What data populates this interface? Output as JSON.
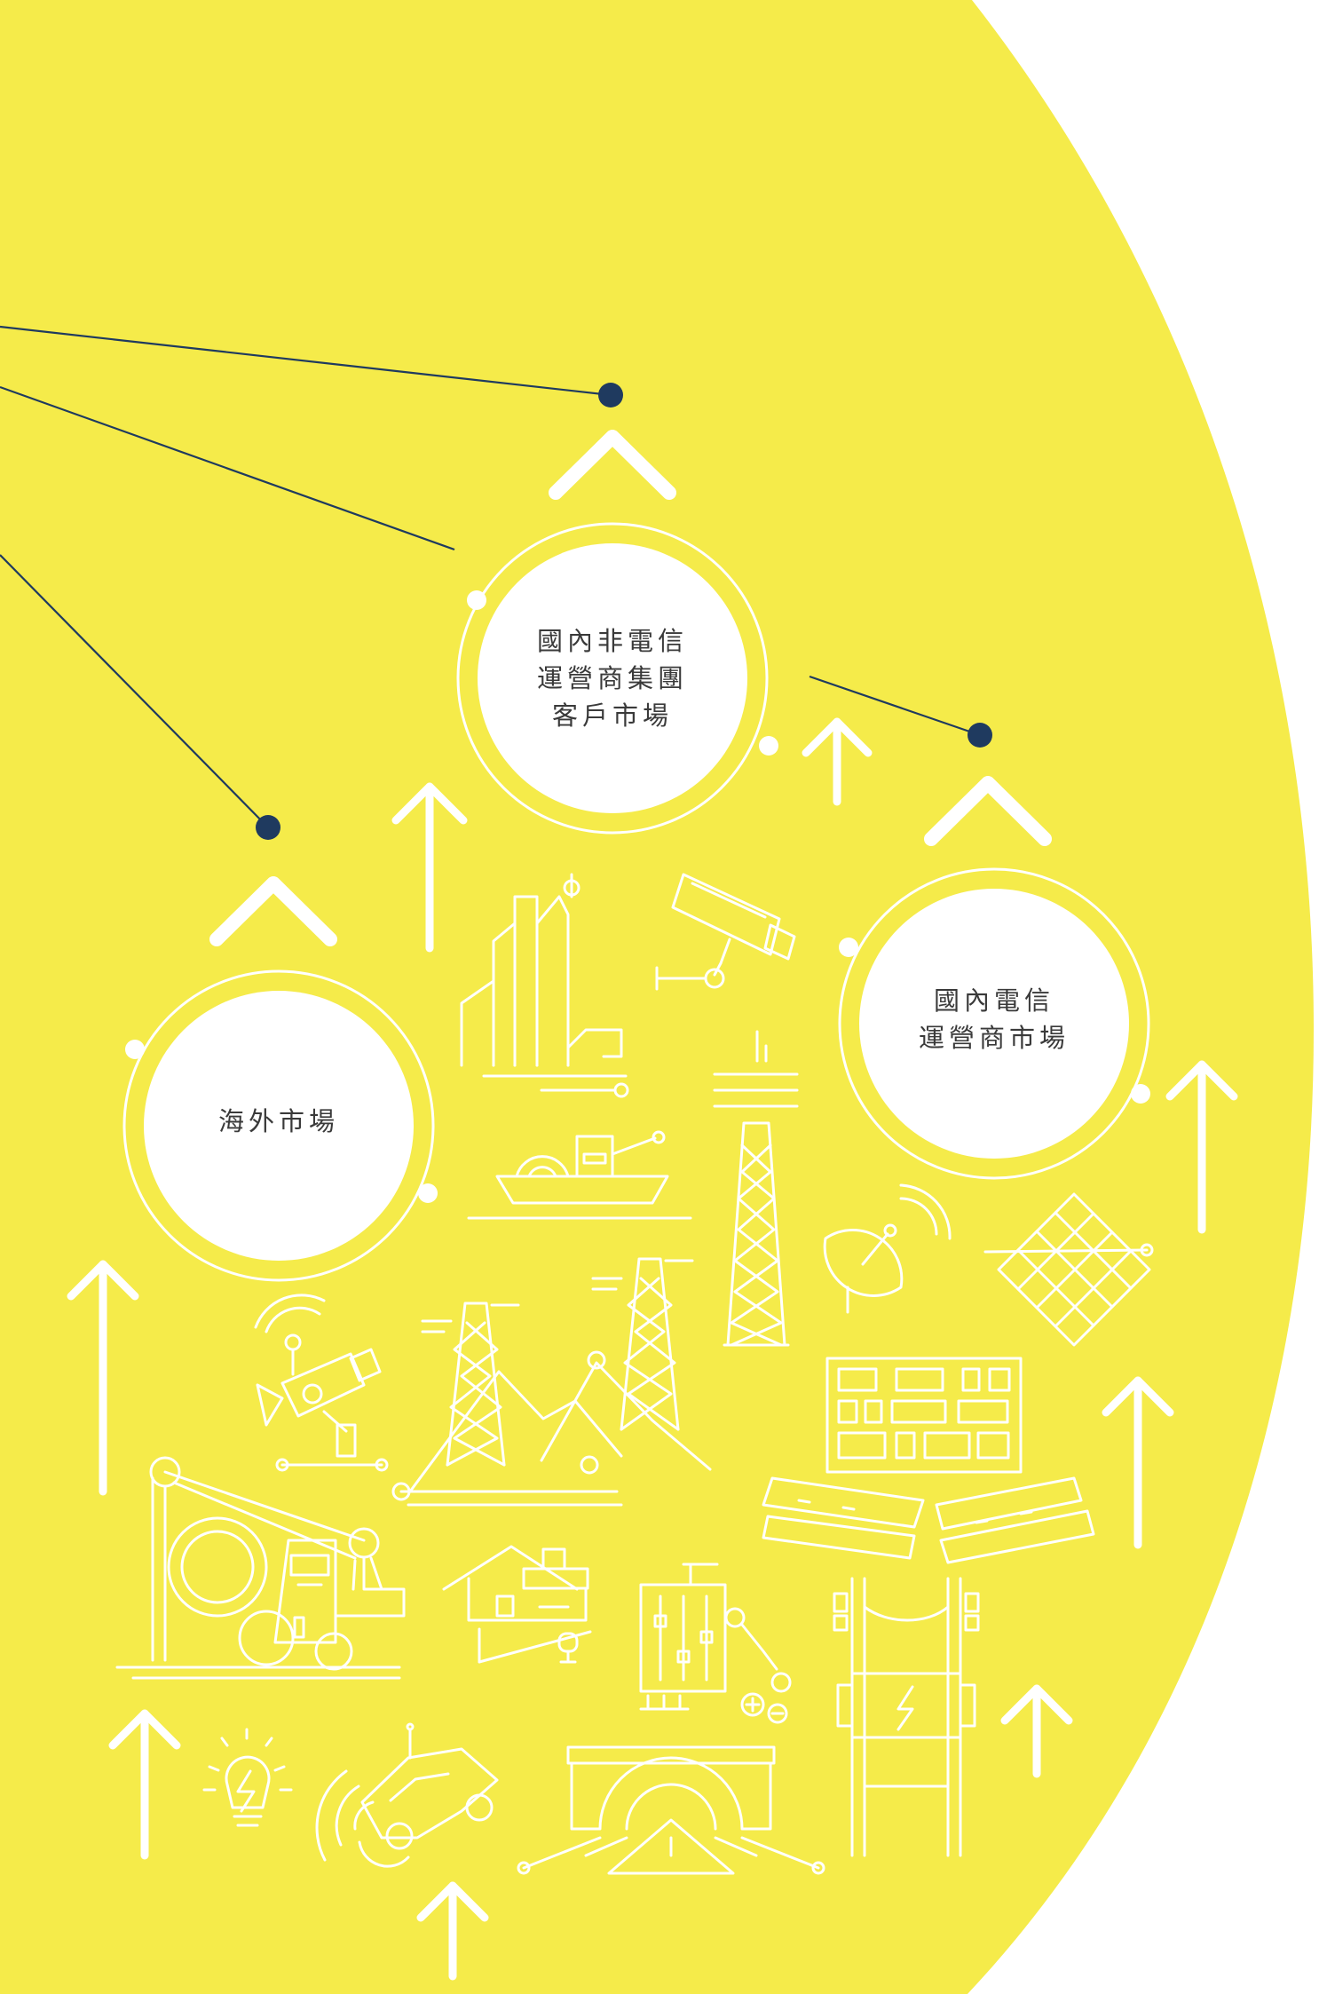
{
  "colors": {
    "background": "#ffffff",
    "yellow_field": "#f5eb4a",
    "node_fill": "#ffffff",
    "outline": "#ffffff",
    "connector": "#1f3a5f",
    "label_text": "#3a3a3a"
  },
  "nodes": [
    {
      "id": "domestic-non-telecom",
      "label_lines": [
        "國內非電信",
        "運營商集團",
        "客戶市場"
      ]
    },
    {
      "id": "domestic-telecom",
      "label_lines": [
        "國內電信",
        "運營商市場"
      ]
    },
    {
      "id": "overseas",
      "label_lines": [
        "海外市場"
      ]
    }
  ],
  "icons": [
    "city-skyline-icon",
    "security-camera-icon",
    "cargo-ship-icon",
    "signal-tower-icon",
    "satellite-dish-icon",
    "smart-grid-icon",
    "surveillance-robot-icon",
    "power-pylon-icon",
    "mountain-icon",
    "control-panel-icon",
    "railway-track-icon",
    "cable-drum-icon",
    "house-icon",
    "distribution-cabinet-icon",
    "utility-pole-icon",
    "light-bulb-icon",
    "connected-car-icon",
    "tunnel-icon",
    "up-arrow-icon",
    "chevron-up-icon"
  ]
}
